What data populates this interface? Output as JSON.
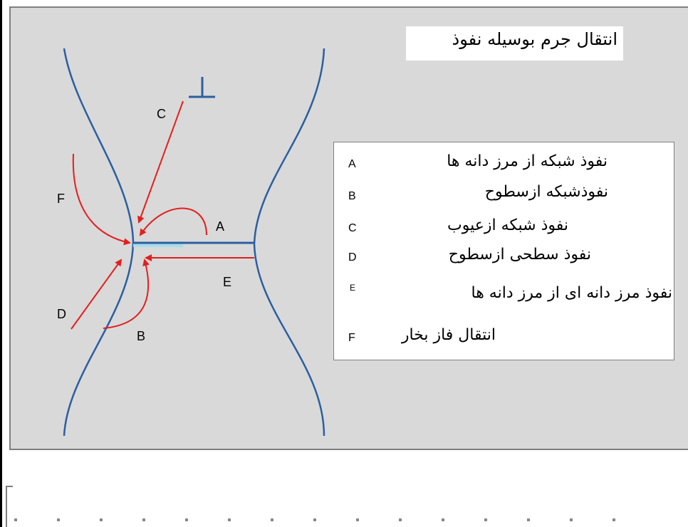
{
  "title": "انتقال جرم بوسیله نفوذ",
  "diagram": {
    "labels": {
      "A": "A",
      "B": "B",
      "C": "C",
      "D": "D",
      "E": "E",
      "F": "F"
    }
  },
  "legend": {
    "items": [
      {
        "letter": "A",
        "text": "نفوذ شبکه از مرز دانه ها"
      },
      {
        "letter": "B",
        "text": "نفوذشبکه ازسطوح"
      },
      {
        "letter": "C",
        "text": "نفوذ شبکه ازعیوب"
      },
      {
        "letter": "D",
        "text": "نفوذ سطحی ازسطوح"
      },
      {
        "letter": "E",
        "text": "نفوذ مرز دانه ای از مرز دانه ها"
      },
      {
        "letter": "F",
        "text": "انتقال فاز بخار"
      }
    ]
  },
  "colors": {
    "particle": "#2b5fa0",
    "arrow": "#e41e1e",
    "neck": "#a8dcea"
  }
}
